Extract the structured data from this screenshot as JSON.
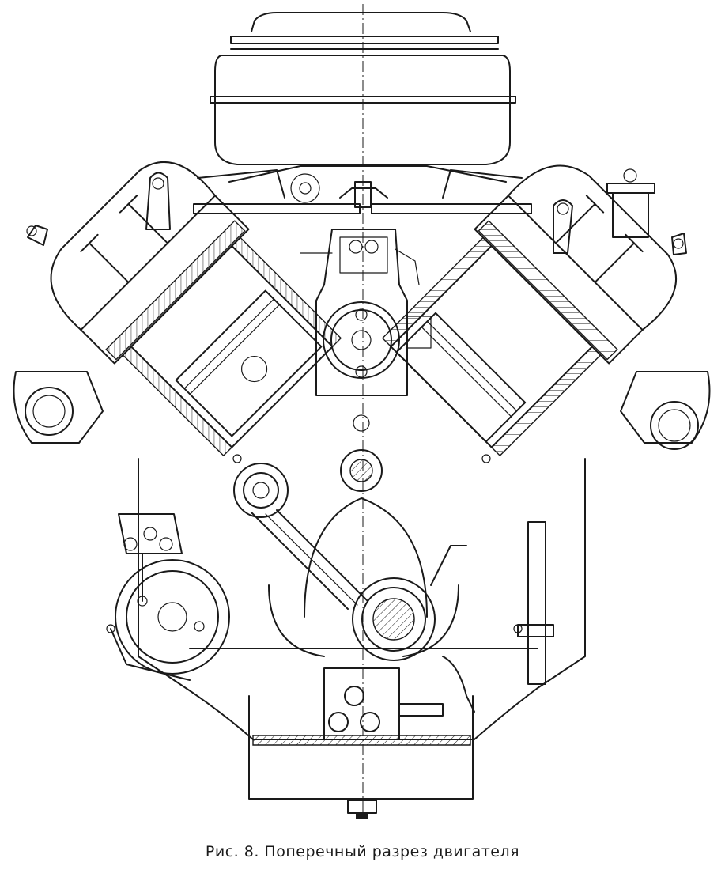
{
  "figure": {
    "caption": "Рис. 8. Поперечный разрез двигателя"
  },
  "colors": {
    "ink": "#1a1a1a",
    "paper": "#ffffff"
  },
  "icons": [
    "air-filter",
    "carburetor",
    "oil-filler-cap",
    "crankshaft",
    "connecting-rod",
    "oil-pan",
    "oil-pump",
    "generator",
    "distributor"
  ]
}
